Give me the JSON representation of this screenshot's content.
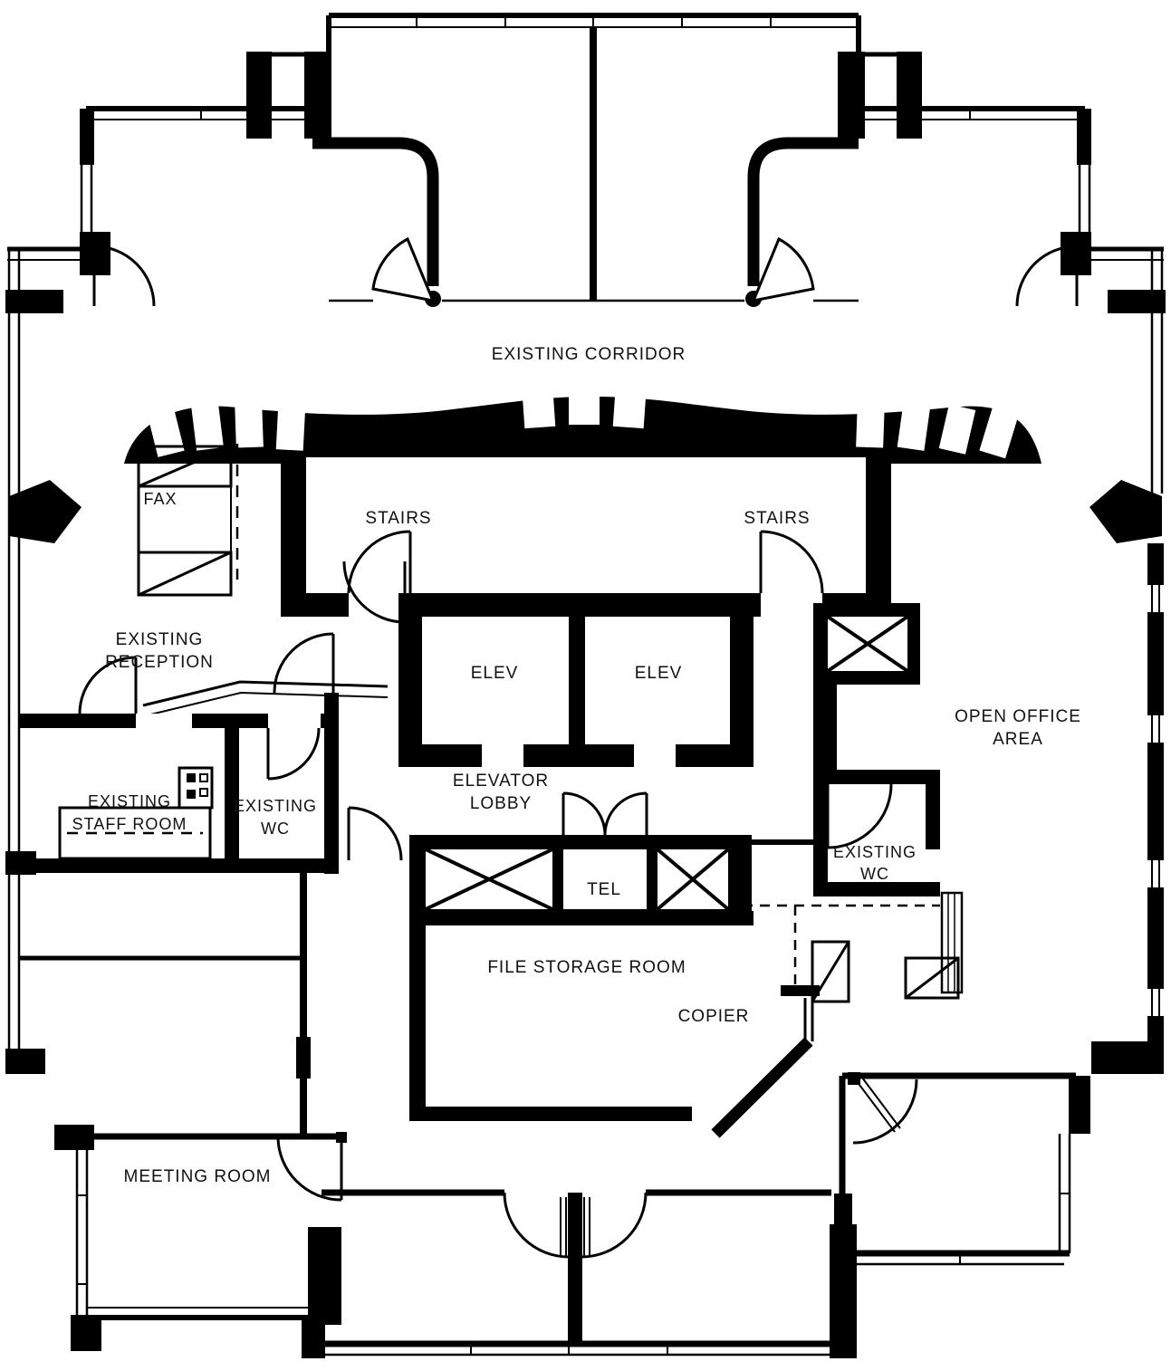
{
  "floor_plan": {
    "type": "architectural-floor-plan",
    "colors": {
      "wall": "#000000",
      "background": "#ffffff",
      "text": "#111111"
    },
    "labels": {
      "existing_corridor": "EXISTING CORRIDOR",
      "fax": "FAX",
      "stairs_left": "STAIRS",
      "stairs_right": "STAIRS",
      "existing_reception": [
        "EXISTING",
        "RECEPTION"
      ],
      "elev_left": "ELEV",
      "elev_right": "ELEV",
      "elevator_lobby": [
        "ELEVATOR",
        "LOBBY"
      ],
      "existing_staff_room": [
        "EXISTING",
        "STAFF ROOM"
      ],
      "existing_wc_left": [
        "EXISTING",
        "WC"
      ],
      "tel": "TEL",
      "open_office_area": [
        "OPEN OFFICE",
        "AREA"
      ],
      "existing_wc_right": [
        "EXISTING",
        "WC"
      ],
      "file_storage_room": "FILE STORAGE ROOM",
      "copier": "COPIER",
      "meeting_room": "MEETING ROOM"
    }
  }
}
